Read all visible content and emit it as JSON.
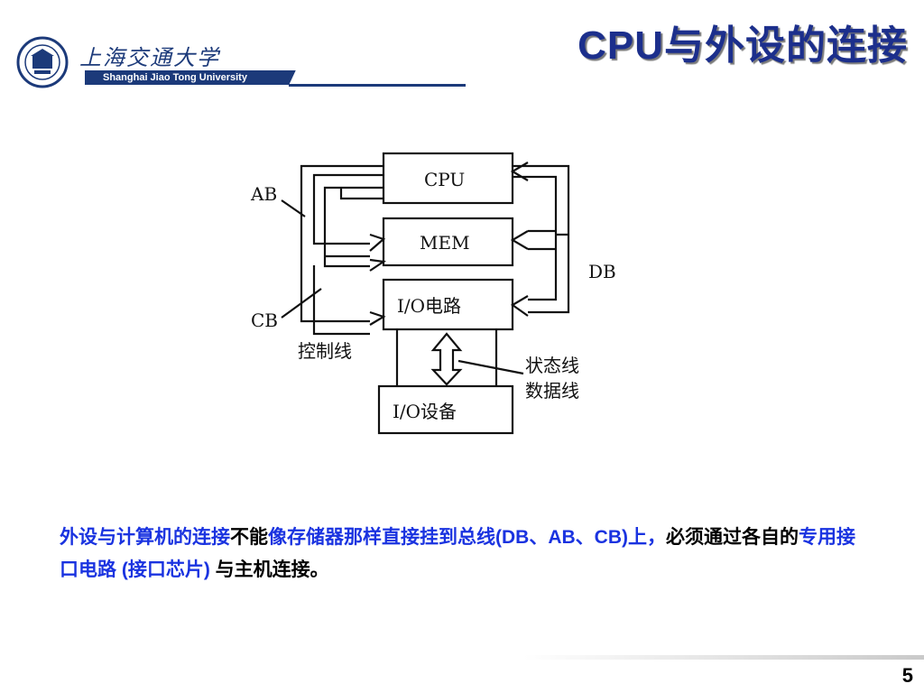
{
  "header": {
    "university_cn": "上海交通大学",
    "university_en": "Shanghai Jiao Tong University",
    "title": "CPU与外设的连接",
    "accent_color": "#1c2f8c"
  },
  "diagram": {
    "blocks": {
      "cpu": "CPU",
      "mem": "MEM",
      "io_circuit": "I/O电路",
      "io_device": "I/O设备"
    },
    "labels": {
      "ab": "AB",
      "cb": "CB",
      "db": "DB",
      "control_line": "控制线",
      "status_line": "状态线",
      "data_line": "数据线"
    }
  },
  "body": {
    "seg1": "外设与计算机的连接",
    "seg2": "不能",
    "seg3": "像存储器那样直接挂到总线(DB、AB、CB)上，",
    "seg4": "必须通过各自的",
    "seg5": "专用接口电路 (接口芯片)",
    "seg6": " 与主机连接。"
  },
  "footer": {
    "page_number": "5"
  }
}
